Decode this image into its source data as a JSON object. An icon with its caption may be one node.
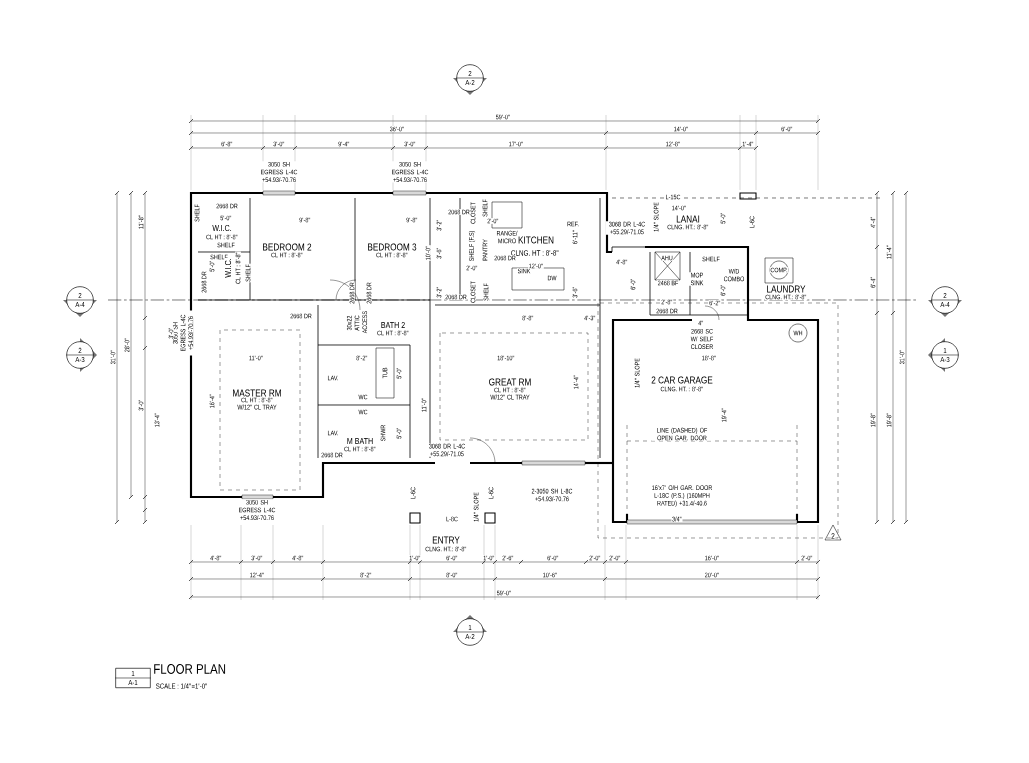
{
  "diagram": {
    "title": "FLOOR PLAN",
    "nodes": [
      {
        "text": [
          "2",
          "A-2"
        ]
      },
      {
        "text": [
          "2",
          "A-4"
        ]
      },
      {
        "text": [
          "2",
          "A-4"
        ]
      },
      {
        "text": [
          "2",
          "A-3"
        ]
      },
      {
        "text": [
          "1",
          "A-3"
        ]
      },
      {
        "text": [
          "1",
          "A-2"
        ]
      },
      {
        "text": [
          "1",
          "A-1"
        ]
      }
    ],
    "labels": [
      "59'-0\"",
      "36'-0\"",
      "14'-0\"",
      "6'-0\"",
      "6'-8\"",
      "3'-0\"",
      "9'-4\"",
      "3'-0\"",
      "17'-0\"",
      "12'-8\"",
      "1'-4\"",
      "3050 SH EGRESS L-4C +54.93/-70.76",
      "3050 SH EGRESS L-4C +54.93/-70.76",
      "L-15C",
      "2668 DR",
      "SHELF",
      "5'-0\"",
      "W.I.C.",
      "CL HT : 8'-8\"",
      "SHELF",
      "9'-8\"",
      "9'-8\"",
      "2068 DR",
      "CLOSET",
      "SHELF",
      "2'-0\"",
      "REF.",
      "14'-0\"",
      "LANAI",
      "CLNG. HT.: 8'-8\"",
      "1/4\" SLOPE",
      "3068 DR L-4C +55.29/-71.05",
      "5'-0\"",
      "L-6C",
      "4'-4\"",
      "BEDROOM 2",
      "CL HT : 8'-8\"",
      "BEDROOM 3",
      "CL HT : 8'-8\"",
      "10'-0\"",
      "3'-2\"",
      "3'-6\"",
      "3'-2\"",
      "RANGE/ MICRO",
      "KITCHEN",
      "CLNG. HT : 8'-8\"",
      "6'-11\"",
      "SHELF (F.S)",
      "PANTRY",
      "2'-0\"",
      "2068 DR",
      "12'-0\"",
      "SINK",
      "DW",
      "11'-4\"",
      "4'-8\"",
      "AHU",
      "SHELF",
      "MOP SINK",
      "W/D COMBO",
      "COMP.",
      "6'-0\"",
      "2468 BF",
      "6'-4\"",
      "6'-0\"",
      "LAUNDRY",
      "CLNG. HT.: 8'-8\"",
      "SHELF",
      "2668 DR",
      "5'-0\"",
      "W.I.C.",
      "CL HT : 8'-8\"",
      "SHELF",
      "2668 DR",
      "2668 DR",
      "2068 DR",
      "CLOSET",
      "SHELF",
      "3'-6\"",
      "2'-8\"",
      "6'-2\"",
      "2668 DR",
      "2668 DR",
      "30x22 ATTIC ACCESS",
      "BATH 2",
      "CL HT : 8'-8\"",
      "8'-8\"",
      "4'-3\"",
      "4\"",
      "2668 SC W/ SELF CLOSER",
      "WH",
      "3050 SH EGRESS L-4C +54.93/-70.76",
      "3'-0\"",
      "11'-0\"",
      "8'-2\"",
      "18'-10\"",
      "18'-8\"",
      "TUB",
      "5'-0\"",
      "LAV.",
      "2 CAR GARAGE",
      "CLNG. HT. : 8'-8\"",
      "1/4\" SLOPE",
      "GREAT RM",
      "CL HT : 8'-8\"",
      "W/12\" CL TRAY",
      "14'-4\"",
      "MASTER RM",
      "CL HT : 8'-8\"",
      "W/12\" CL TRAY",
      "16'-4\"",
      "WC",
      "11'-0\"",
      "WC",
      "19'-4\"",
      "19'-8\"",
      "19'-8\"",
      "LAV.",
      "SHWR",
      "5'-0\"",
      "LINE (DASHED) OF OPEN GAR. DOOR",
      "M BATH",
      "CL HT : 8'-8\"",
      "3068 DR L-4C +55.29/-71.05",
      "2668 DR",
      "2-3050 SH L-8C +54.93/-70.76",
      "16'x7' O/H GAR. DOOR L-18C (P.S.) (160MPH RATED) +31.4/-40.6",
      "L-6C",
      "L-6C",
      "3050 SH EGRESS L-4C +54.93/-70.76",
      "1/4\" SLOPE",
      "L-8C",
      "3/4\"",
      "ENTRY",
      "CLNG. HT.: 8'-8\"",
      "4'-8\"",
      "3'-0\"",
      "4'-8\"",
      "1'-0\"",
      "6'-0\"",
      "1'-0\"",
      "2'-6\"",
      "6'-0\"",
      "2'-0\"",
      "2'-0\"",
      "16'-0\"",
      "2'-0\"",
      "12'-4\"",
      "8'-2\"",
      "8'-0\"",
      "10'-6\"",
      "20'-0\"",
      "59'-0\"",
      "11'-8\"",
      "3'-0\"",
      "28'-0\"",
      "31'-0\"",
      "13'-4\"",
      "31'-0\"",
      "SCALE : 1/4\"=1'-0\"",
      "2"
    ]
  }
}
